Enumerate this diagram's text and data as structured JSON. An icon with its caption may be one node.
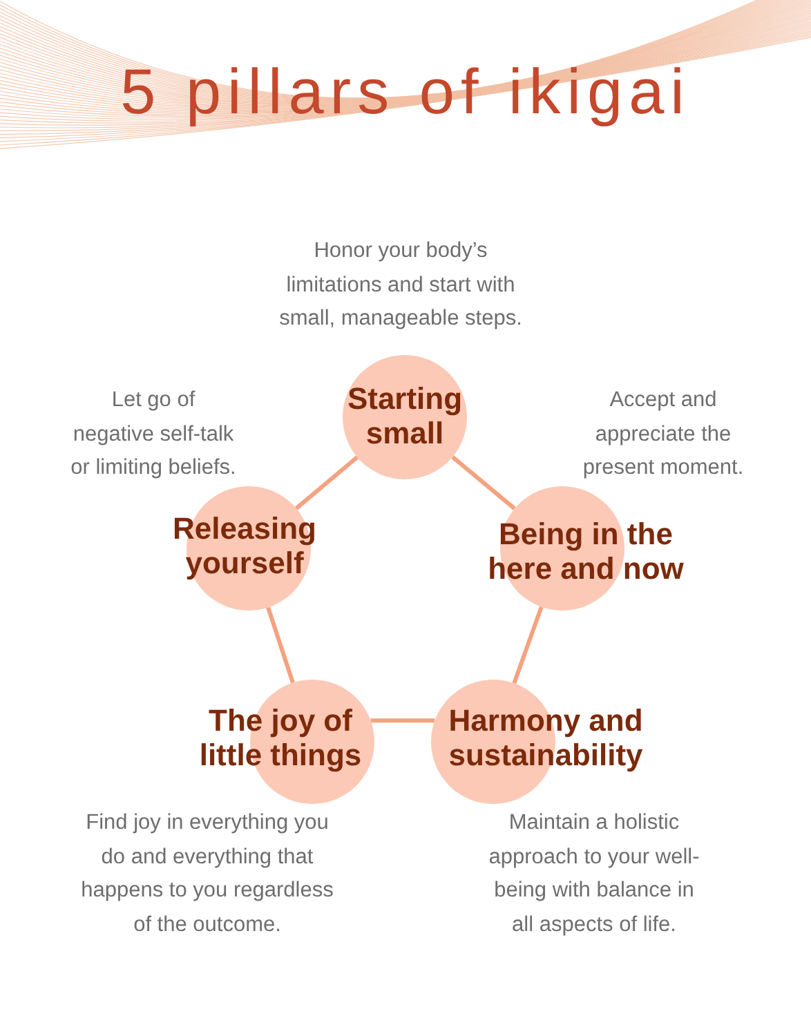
{
  "diagram": {
    "title": "5 pillars of ikigai",
    "nodes": [
      {
        "text": [
          "Starting small"
        ],
        "beside": [
          "Honor your body’s limitations and start with small, manageable steps."
        ]
      },
      {
        "text": [
          "Releasing yourself"
        ],
        "beside": [
          "Let go of negative self-talk or limiting beliefs."
        ]
      },
      {
        "text": [
          "Being in the here and now"
        ],
        "beside": [
          "Accept and appreciate the present moment."
        ]
      },
      {
        "text": [
          "The joy of little things"
        ],
        "beside": [
          "Find joy in everything you do and everything that happens to you regardless of the outcome."
        ]
      },
      {
        "text": [
          "Harmony and sustainability"
        ],
        "beside": [
          "Maintain a holistic approach to your well-being with balance in all aspects of life."
        ]
      }
    ],
    "edges": [
      {
        "from": 0,
        "to": 2,
        "arrow": "none"
      },
      {
        "from": 2,
        "to": 4,
        "arrow": "none"
      },
      {
        "from": 4,
        "to": 3,
        "arrow": "none"
      },
      {
        "from": 3,
        "to": 1,
        "arrow": "none"
      },
      {
        "from": 1,
        "to": 0,
        "arrow": "none"
      }
    ]
  }
}
